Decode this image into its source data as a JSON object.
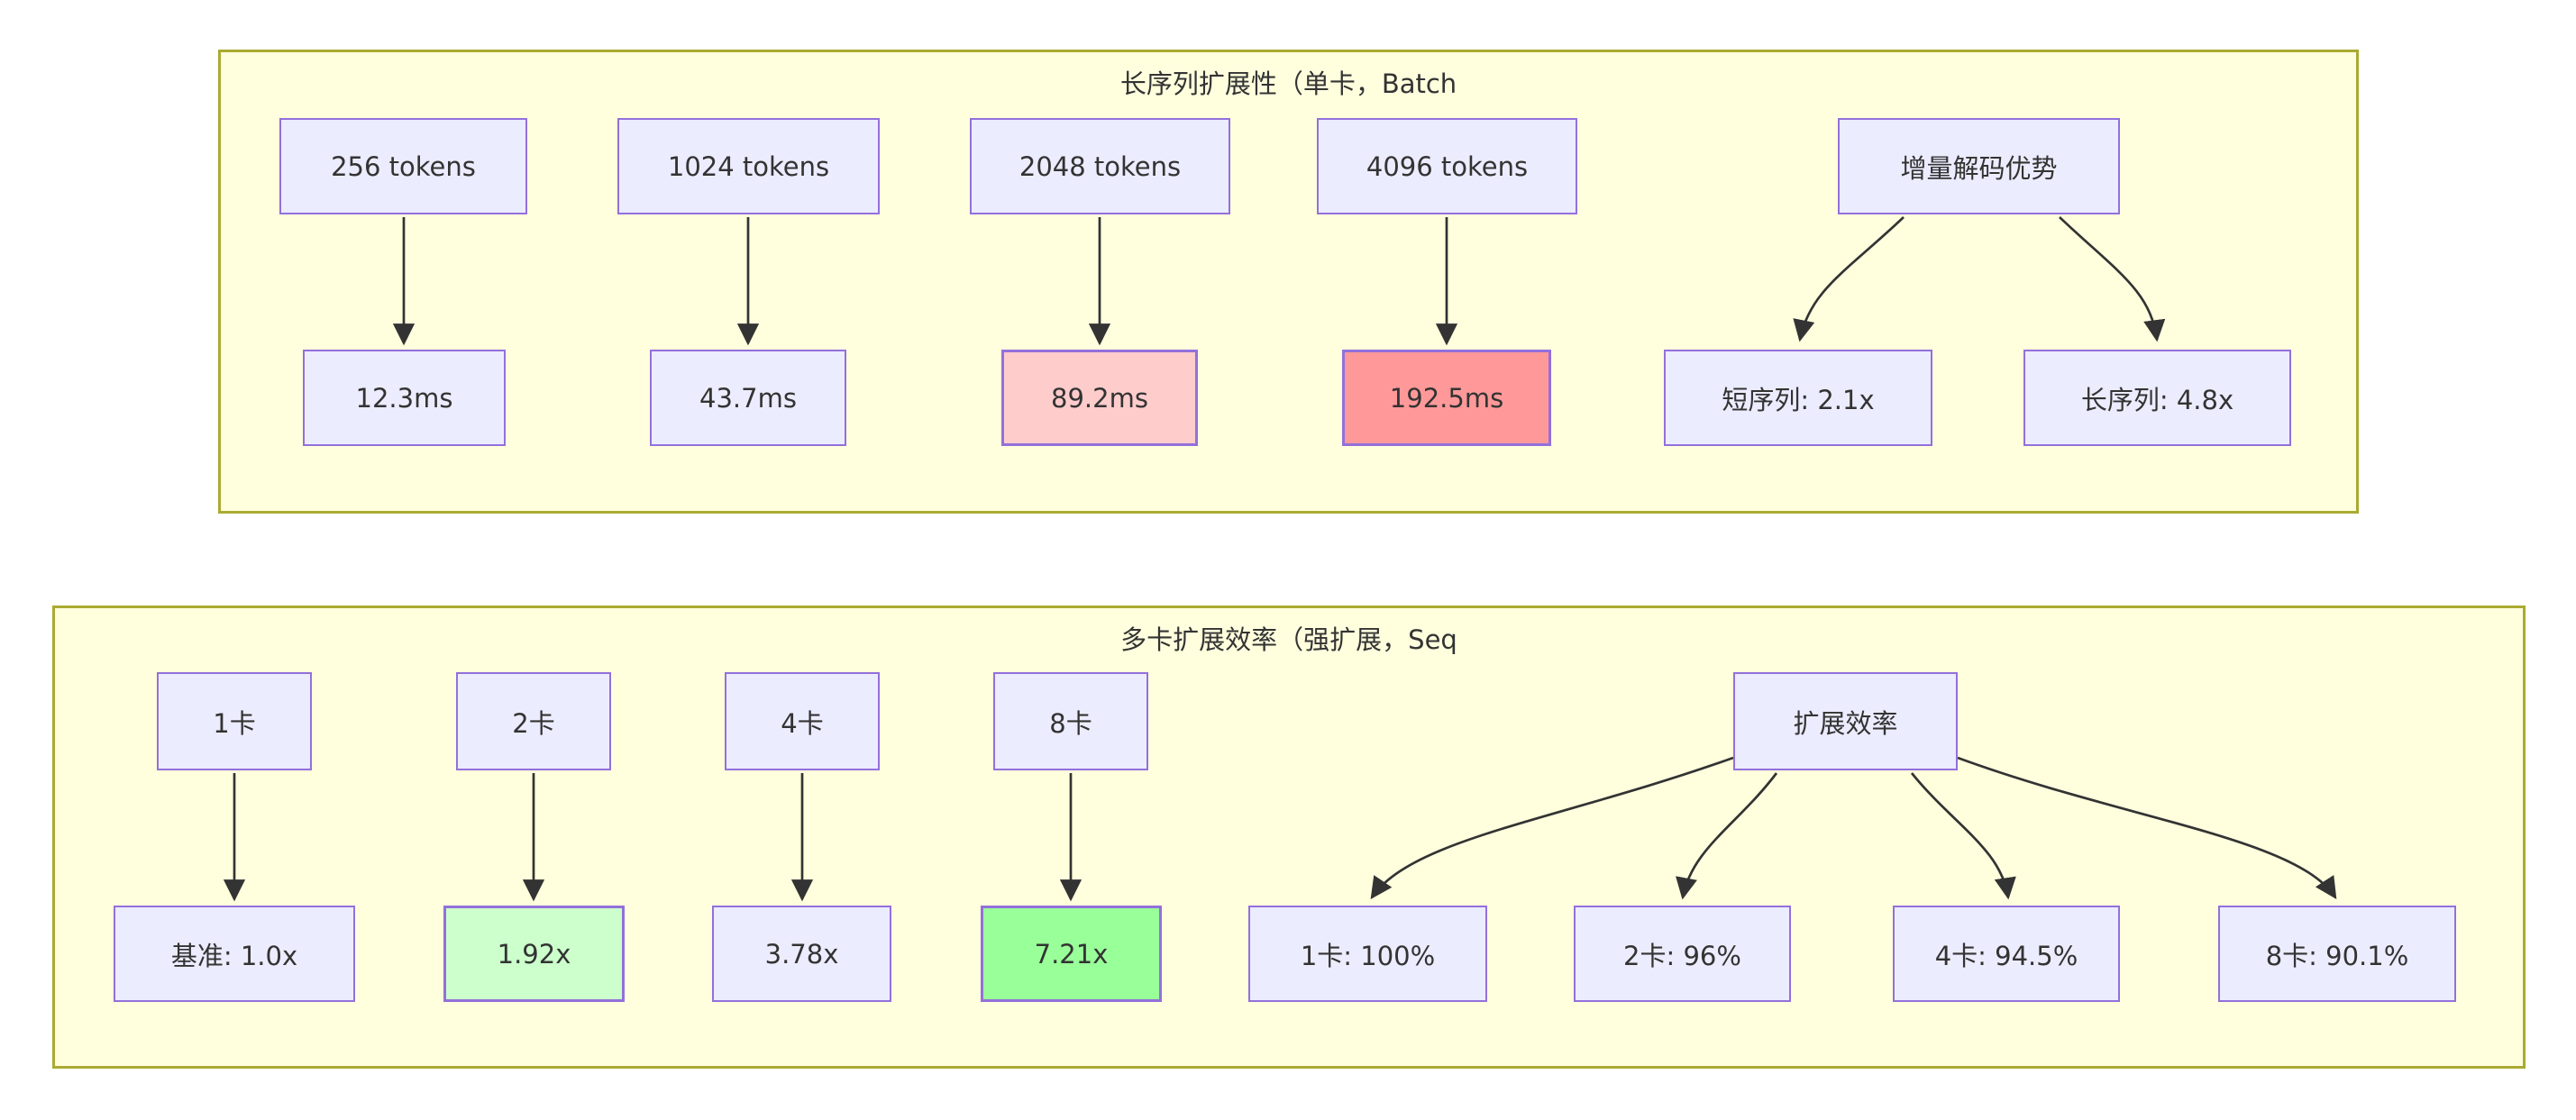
{
  "colors": {
    "node_fill": "#ECECFF",
    "node_border": "#9370DB",
    "cluster_fill": "#FFFFDE",
    "cluster_border": "#AAAA33",
    "edge": "#333333",
    "text": "#333333",
    "warn_fill": "#FFCCCC",
    "bad_fill": "#FF9999",
    "good_fill": "#CCFFCC",
    "best_fill": "#99FF99"
  },
  "cluster1": {
    "title": "长序列扩展性（单卡，Batch",
    "nodes": {
      "t256": "256 tokens",
      "t1024": "1024 tokens",
      "t2048": "2048 tokens",
      "t4096": "4096 tokens",
      "inc": "增量解码优势",
      "l256": "12.3ms",
      "l1024": "43.7ms",
      "l2048": "89.2ms",
      "l4096": "192.5ms",
      "short": "短序列: 2.1x",
      "long": "长序列: 4.8x"
    }
  },
  "cluster2": {
    "title": "多卡扩展效率（强扩展，Seq",
    "nodes": {
      "c1": "1卡",
      "c2": "2卡",
      "c4": "4卡",
      "c8": "8卡",
      "eff": "扩展效率",
      "s1": "基准: 1.0x",
      "s2": "1.92x",
      "s4": "3.78x",
      "s8": "7.21x",
      "e1": "1卡: 100%",
      "e2": "2卡: 96%",
      "e4": "4卡: 94.5%",
      "e8": "8卡: 90.1%"
    }
  }
}
